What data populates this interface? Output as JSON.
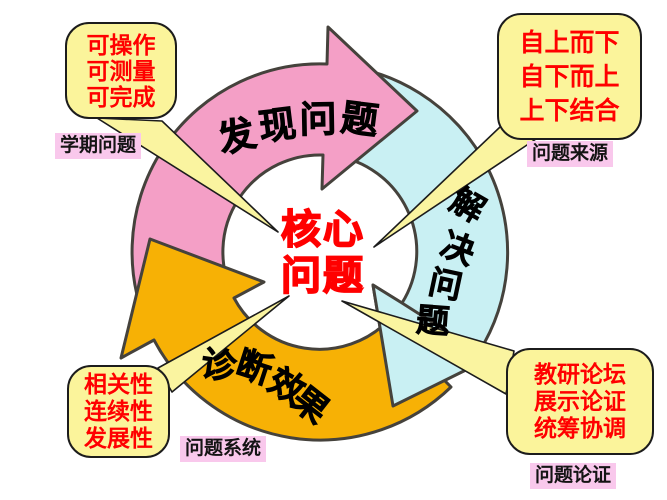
{
  "center": {
    "title_line1": "核心",
    "title_line2": "问题",
    "color": "#FF0000"
  },
  "cycle": [
    {
      "name": "discover-problems",
      "label": "发现问题",
      "color": "#F49FC6"
    },
    {
      "name": "solve-problems",
      "label": "解决问题",
      "color": "#C9F0F3"
    },
    {
      "name": "diagnose-effects",
      "label": "诊断效果",
      "color": "#F7B105"
    }
  ],
  "callouts": [
    {
      "name": "top-left",
      "lines": [
        "可操作",
        "可测量",
        "可完成"
      ],
      "tag": "学期问题"
    },
    {
      "name": "top-right",
      "lines": [
        "自上而下",
        "自下而上",
        "上下结合"
      ],
      "tag": "问题来源"
    },
    {
      "name": "bottom-left",
      "lines": [
        "相关性",
        "连续性",
        "发展性"
      ],
      "tag": "问题系统"
    },
    {
      "name": "bottom-right",
      "lines": [
        "教研论坛",
        "展示论证",
        "统筹协调"
      ],
      "tag": "问题论证"
    }
  ],
  "palette": {
    "callout_bg": "#FBF49B",
    "tail_bg": "#FAF4A0",
    "callout_text": "#FF0000",
    "tag_bg": "#F9C8EC",
    "arrow_outline": "#45423C",
    "background": "#FFFFFF"
  }
}
